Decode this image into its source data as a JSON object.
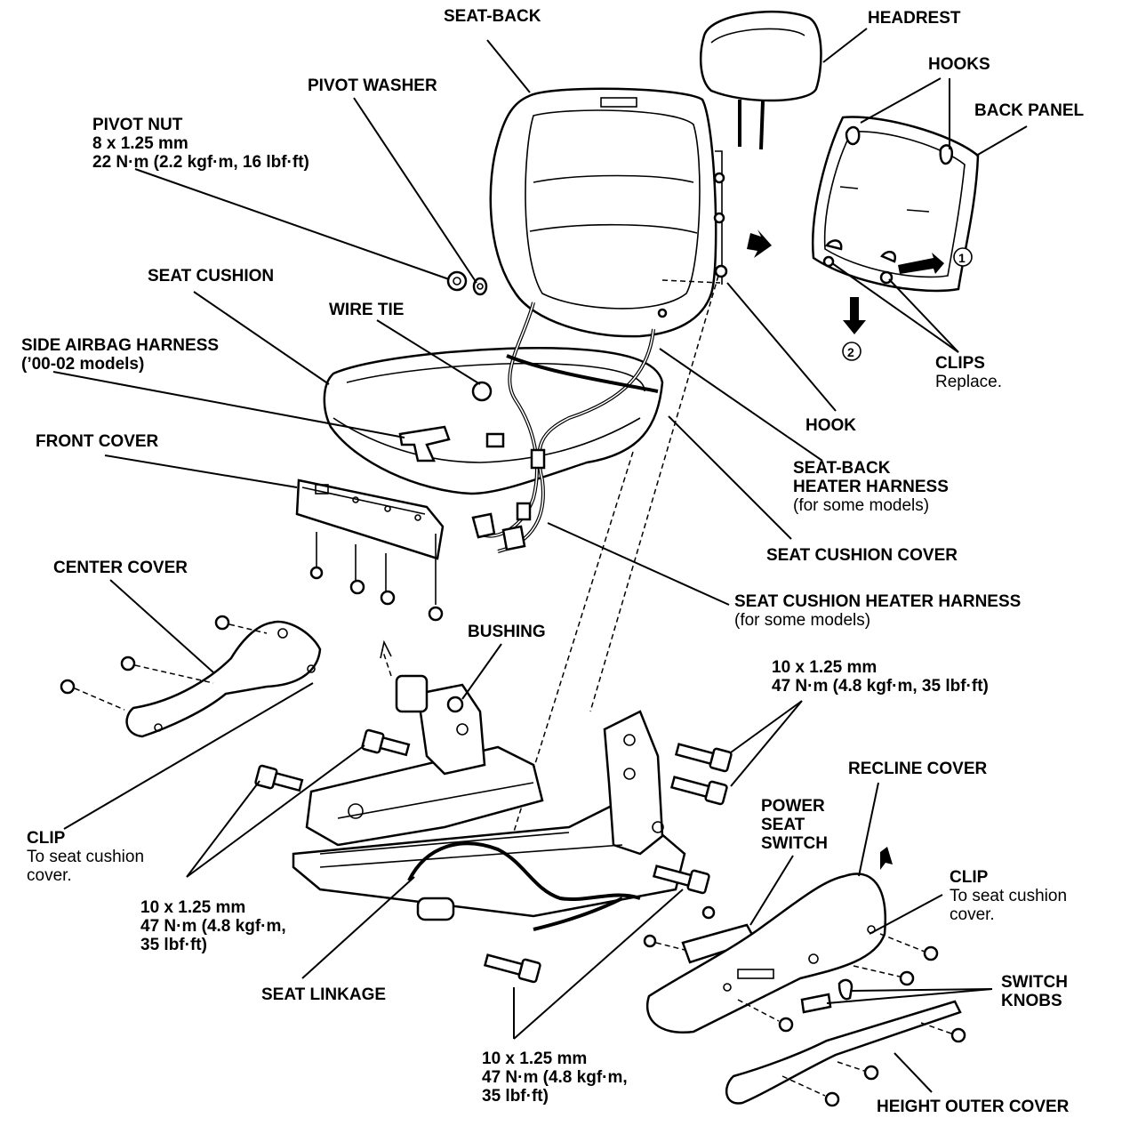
{
  "labels": {
    "seat_back": "SEAT-BACK",
    "headrest": "HEADREST",
    "hooks": "HOOKS",
    "back_panel": "BACK PANEL",
    "pivot_washer": "PIVOT WASHER",
    "pivot_nut": {
      "title": "PIVOT NUT",
      "line1": "8 x 1.25 mm",
      "line2": "22 N·m (2.2 kgf·m, 16 lbf·ft)"
    },
    "seat_cushion": "SEAT CUSHION",
    "wire_tie": "WIRE TIE",
    "side_airbag_harness": {
      "title": "SIDE AIRBAG HARNESS",
      "note": "(’00-02 models)"
    },
    "front_cover": "FRONT COVER",
    "clips_top": {
      "title": "CLIPS",
      "note": "Replace."
    },
    "hook": "HOOK",
    "seat_back_heater_harness": {
      "line1": "SEAT-BACK",
      "line2": "HEATER HARNESS",
      "note": "(for some models)"
    },
    "seat_cushion_cover": "SEAT CUSHION COVER",
    "seat_cushion_heater_harness": {
      "title": "SEAT CUSHION HEATER HARNESS",
      "note": "(for some models)"
    },
    "center_cover": "CENTER COVER",
    "bushing": "BUSHING",
    "torque_right": {
      "line1": "10 x 1.25 mm",
      "line2": "47 N·m (4.8 kgf·m, 35 lbf·ft)"
    },
    "recline_cover": "RECLINE COVER",
    "power_seat_switch": {
      "line1": "POWER",
      "line2": "SEAT",
      "line3": "SWITCH"
    },
    "clip_left": {
      "title": "CLIP",
      "note1": "To seat cushion",
      "note2": "cover."
    },
    "torque_left": {
      "line1": "10 x 1.25 mm",
      "line2": "47 N·m (4.8 kgf·m,",
      "line3": "35 lbf·ft)"
    },
    "clip_right": {
      "title": "CLIP",
      "note1": "To seat cushion",
      "note2": "cover."
    },
    "switch_knobs": {
      "line1": "SWITCH",
      "line2": "KNOBS"
    },
    "seat_linkage": "SEAT LINKAGE",
    "torque_bottom": {
      "line1": "10 x 1.25 mm",
      "line2": "47 N·m (4.8 kgf·m,",
      "line3": "35 lbf·ft)"
    },
    "height_outer_cover": "HEIGHT OUTER COVER",
    "step1": "1",
    "step2": "2"
  }
}
